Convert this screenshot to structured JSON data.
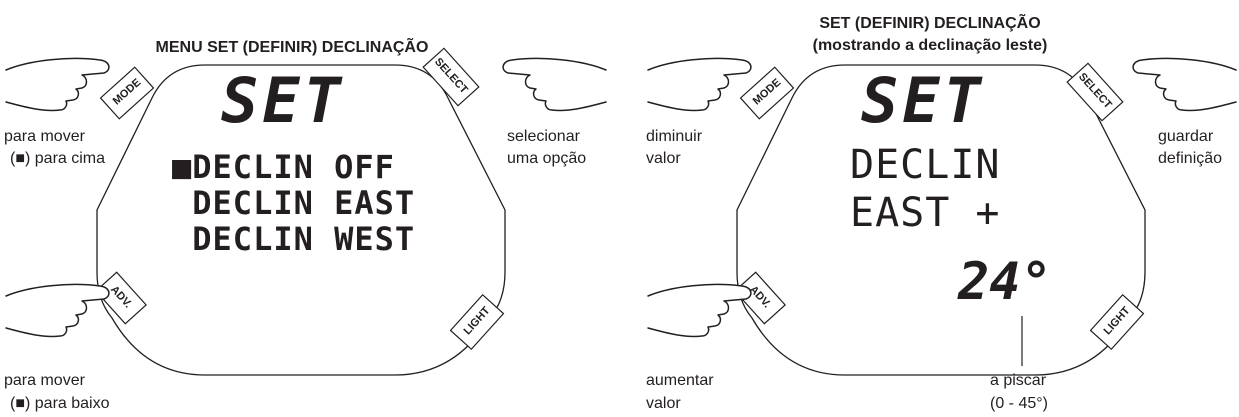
{
  "left_panel": {
    "title": "MENU SET (DEFINIR) DECLINAÇÃO",
    "display": {
      "header": "SET",
      "menu": [
        "■DECLIN OFF",
        " DECLIN EAST",
        " DECLIN WEST"
      ]
    },
    "buttons": {
      "mode": "MODE",
      "select": "SELECT",
      "adv": "ADV.",
      "light": "LIGHT"
    },
    "captions": {
      "mode_line1": "para mover",
      "mode_line2": "(■) para cima",
      "select_line1": "selecionar",
      "select_line2": "uma opção",
      "adv_line1": "para mover",
      "adv_line2": "(■) para baixo"
    }
  },
  "right_panel": {
    "title_line1": "SET (DEFINIR) DECLINAÇÃO",
    "title_line2": "(mostrando a declinação leste)",
    "display": {
      "header": "SET",
      "line1": "DECLIN",
      "line2": "EAST +",
      "value": "24°"
    },
    "buttons": {
      "mode": "MODE",
      "select": "SELECT",
      "adv": "ADV.",
      "light": "LIGHT"
    },
    "captions": {
      "mode_line1": "diminuir",
      "mode_line2": "valor",
      "select_line1": "guardar",
      "select_line2": "definição",
      "adv_line1": "aumentar",
      "adv_line2": "valor",
      "value_line1": "a piscar",
      "value_line2": "(0 - 45°)"
    }
  }
}
